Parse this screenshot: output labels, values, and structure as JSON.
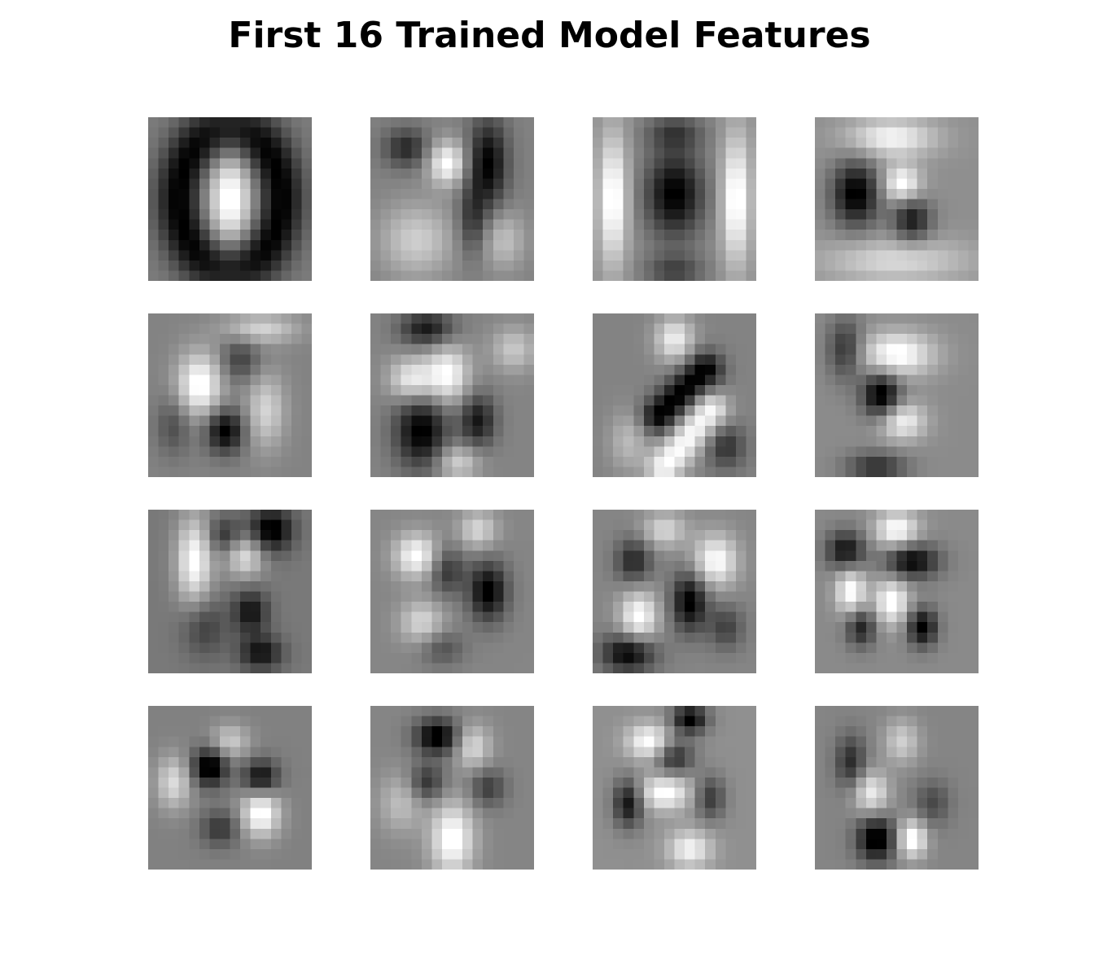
{
  "title": "First 16 Trained Model Features",
  "chart_data": {
    "type": "heatmap",
    "title": "First 16 Trained Model Features",
    "colormap": "gray",
    "axes_visible": false,
    "grid_rows": 4,
    "grid_cols": 4,
    "image_resolution": 16,
    "panels": [
      {
        "index": 1,
        "description_pattern": "zero",
        "features": [
          {
            "type": "ring",
            "cx": 7.5,
            "cy": 7.5,
            "rx": 5.0,
            "ry": 6.5,
            "w": 1.6,
            "a": -0.9
          },
          {
            "type": "blob",
            "cx": 7.5,
            "cy": 7.5,
            "sx": 1.6,
            "sy": 4.0,
            "a": 1.0
          }
        ]
      },
      {
        "index": 2,
        "features": [
          {
            "type": "blob",
            "cx": 11.0,
            "cy": 4.0,
            "sx": 1.3,
            "sy": 3.0,
            "a": -1.0
          },
          {
            "type": "blob",
            "cx": 3.0,
            "cy": 2.5,
            "sx": 1.5,
            "sy": 1.3,
            "a": -0.7
          },
          {
            "type": "blob",
            "cx": 7.0,
            "cy": 4.0,
            "sx": 1.3,
            "sy": 1.5,
            "a": 1.0
          },
          {
            "type": "blob",
            "cx": 4.0,
            "cy": 11.5,
            "sx": 2.5,
            "sy": 2.5,
            "a": 0.6
          },
          {
            "type": "blob",
            "cx": 9.5,
            "cy": 9.5,
            "sx": 1.0,
            "sy": 2.5,
            "a": -0.6
          },
          {
            "type": "blob",
            "cx": 12.5,
            "cy": 11.5,
            "sx": 1.5,
            "sy": 2.0,
            "a": 0.5
          }
        ]
      },
      {
        "index": 3,
        "features": [
          {
            "type": "blob",
            "cx": 7.5,
            "cy": 7.0,
            "sx": 2.0,
            "sy": 3.0,
            "a": -1.0
          },
          {
            "type": "blob",
            "cx": 1.5,
            "cy": 7.5,
            "sx": 1.0,
            "sy": 4.5,
            "a": 0.9
          },
          {
            "type": "blob",
            "cx": 13.5,
            "cy": 7.5,
            "sx": 1.0,
            "sy": 4.5,
            "a": 0.9
          },
          {
            "type": "blob",
            "cx": 7.5,
            "cy": 1.0,
            "sx": 2.0,
            "sy": 1.2,
            "a": -0.5
          },
          {
            "type": "blob",
            "cx": 7.5,
            "cy": 14.5,
            "sx": 2.0,
            "sy": 1.2,
            "a": -0.5
          }
        ]
      },
      {
        "index": 4,
        "features": [
          {
            "type": "blob",
            "cx": 3.5,
            "cy": 7.0,
            "sx": 1.6,
            "sy": 2.2,
            "a": -1.0
          },
          {
            "type": "blob",
            "cx": 9.0,
            "cy": 9.5,
            "sx": 1.3,
            "sy": 1.5,
            "a": -0.8
          },
          {
            "type": "blob",
            "cx": 7.0,
            "cy": 1.5,
            "sx": 3.0,
            "sy": 1.3,
            "a": 0.7
          },
          {
            "type": "blob",
            "cx": 8.0,
            "cy": 6.0,
            "sx": 1.3,
            "sy": 1.3,
            "a": 0.8
          },
          {
            "type": "blob",
            "cx": 7.5,
            "cy": 13.5,
            "sx": 5.0,
            "sy": 1.5,
            "a": 0.5
          }
        ]
      },
      {
        "index": 5,
        "features": [
          {
            "type": "blob",
            "cx": 4.5,
            "cy": 6.5,
            "sx": 1.5,
            "sy": 2.2,
            "a": 1.0
          },
          {
            "type": "blob",
            "cx": 7.0,
            "cy": 11.0,
            "sx": 1.3,
            "sy": 1.5,
            "a": -1.0
          },
          {
            "type": "blob",
            "cx": 11.0,
            "cy": 9.0,
            "sx": 1.3,
            "sy": 2.5,
            "a": 0.6
          },
          {
            "type": "blob",
            "cx": 10.5,
            "cy": 1.0,
            "sx": 2.5,
            "sy": 1.0,
            "a": 0.6
          },
          {
            "type": "blob",
            "cx": 8.5,
            "cy": 4.0,
            "sx": 1.3,
            "sy": 1.5,
            "a": -0.5
          },
          {
            "type": "blob",
            "cx": 2.0,
            "cy": 10.5,
            "sx": 1.2,
            "sy": 2.0,
            "a": -0.4
          }
        ]
      },
      {
        "index": 6,
        "features": [
          {
            "type": "blob",
            "cx": 4.5,
            "cy": 11.0,
            "sx": 1.8,
            "sy": 2.5,
            "a": -1.0
          },
          {
            "type": "blob",
            "cx": 10.0,
            "cy": 10.0,
            "sx": 1.2,
            "sy": 1.8,
            "a": -0.8
          },
          {
            "type": "blob",
            "cx": 5.0,
            "cy": 1.0,
            "sx": 1.8,
            "sy": 1.2,
            "a": -0.8
          },
          {
            "type": "blob",
            "cx": 3.5,
            "cy": 6.0,
            "sx": 1.5,
            "sy": 1.5,
            "a": 0.8
          },
          {
            "type": "blob",
            "cx": 7.0,
            "cy": 5.5,
            "sx": 1.5,
            "sy": 2.0,
            "a": 0.9
          },
          {
            "type": "blob",
            "cx": 13.5,
            "cy": 3.0,
            "sx": 1.5,
            "sy": 1.5,
            "a": 0.5
          },
          {
            "type": "blob",
            "cx": 8.0,
            "cy": 14.0,
            "sx": 1.5,
            "sy": 1.2,
            "a": 0.6
          }
        ]
      },
      {
        "index": 7,
        "features": [
          {
            "type": "line",
            "x0": 6.0,
            "y0": 9.5,
            "x1": 10.5,
            "y1": 5.0,
            "w": 1.2,
            "a": -1.0
          },
          {
            "type": "line",
            "x0": 6.5,
            "y0": 14.5,
            "x1": 11.0,
            "y1": 9.0,
            "w": 1.2,
            "a": 0.9
          },
          {
            "type": "blob",
            "cx": 7.5,
            "cy": 2.0,
            "sx": 1.3,
            "sy": 1.5,
            "a": 0.8
          },
          {
            "type": "blob",
            "cx": 12.5,
            "cy": 12.5,
            "sx": 1.3,
            "sy": 1.5,
            "a": -0.6
          },
          {
            "type": "blob",
            "cx": 3.0,
            "cy": 12.0,
            "sx": 1.3,
            "sy": 2.0,
            "a": 0.4
          }
        ]
      },
      {
        "index": 8,
        "features": [
          {
            "type": "blob",
            "cx": 6.0,
            "cy": 7.5,
            "sx": 1.3,
            "sy": 1.6,
            "a": -1.0
          },
          {
            "type": "blob",
            "cx": 7.5,
            "cy": 3.5,
            "sx": 2.5,
            "sy": 1.5,
            "a": 0.8
          },
          {
            "type": "blob",
            "cx": 8.0,
            "cy": 10.0,
            "sx": 1.6,
            "sy": 1.3,
            "a": 0.7
          },
          {
            "type": "blob",
            "cx": 2.5,
            "cy": 3.0,
            "sx": 1.2,
            "sy": 2.0,
            "a": -0.6
          },
          {
            "type": "blob",
            "cx": 5.5,
            "cy": 14.5,
            "sx": 2.0,
            "sy": 1.0,
            "a": -0.6
          }
        ]
      },
      {
        "index": 9,
        "features": [
          {
            "type": "blob",
            "cx": 11.5,
            "cy": 1.5,
            "sx": 1.5,
            "sy": 1.5,
            "a": -0.9
          },
          {
            "type": "blob",
            "cx": 4.0,
            "cy": 4.5,
            "sx": 1.2,
            "sy": 3.0,
            "a": 0.9
          },
          {
            "type": "blob",
            "cx": 9.0,
            "cy": 4.0,
            "sx": 1.3,
            "sy": 1.5,
            "a": 0.7
          },
          {
            "type": "blob",
            "cx": 9.5,
            "cy": 9.5,
            "sx": 1.2,
            "sy": 1.5,
            "a": -0.7
          },
          {
            "type": "blob",
            "cx": 10.5,
            "cy": 13.5,
            "sx": 1.5,
            "sy": 1.2,
            "a": -0.7
          },
          {
            "type": "blob",
            "cx": 5.0,
            "cy": 11.0,
            "sx": 1.5,
            "sy": 2.0,
            "a": -0.4
          },
          {
            "type": "blob",
            "cx": 7.0,
            "cy": 2.0,
            "sx": 1.2,
            "sy": 1.2,
            "a": -0.5
          }
        ]
      },
      {
        "index": 10,
        "features": [
          {
            "type": "blob",
            "cx": 11.0,
            "cy": 7.5,
            "sx": 1.3,
            "sy": 2.0,
            "a": -1.0
          },
          {
            "type": "blob",
            "cx": 4.0,
            "cy": 4.0,
            "sx": 1.5,
            "sy": 1.5,
            "a": 0.9
          },
          {
            "type": "blob",
            "cx": 7.0,
            "cy": 5.5,
            "sx": 1.2,
            "sy": 1.6,
            "a": -0.6
          },
          {
            "type": "blob",
            "cx": 4.5,
            "cy": 10.5,
            "sx": 1.5,
            "sy": 1.5,
            "a": 0.6
          },
          {
            "type": "blob",
            "cx": 10.0,
            "cy": 1.5,
            "sx": 1.3,
            "sy": 1.3,
            "a": 0.6
          },
          {
            "type": "blob",
            "cx": 6.5,
            "cy": 13.0,
            "sx": 1.5,
            "sy": 1.2,
            "a": -0.4
          }
        ]
      },
      {
        "index": 11,
        "features": [
          {
            "type": "blob",
            "cx": 9.0,
            "cy": 8.5,
            "sx": 1.2,
            "sy": 2.0,
            "a": -1.0
          },
          {
            "type": "blob",
            "cx": 3.0,
            "cy": 13.5,
            "sx": 1.8,
            "sy": 1.3,
            "a": -1.0
          },
          {
            "type": "blob",
            "cx": 4.0,
            "cy": 10.0,
            "sx": 1.3,
            "sy": 1.8,
            "a": 0.9
          },
          {
            "type": "blob",
            "cx": 11.5,
            "cy": 4.5,
            "sx": 1.5,
            "sy": 1.8,
            "a": 0.9
          },
          {
            "type": "blob",
            "cx": 3.5,
            "cy": 4.5,
            "sx": 1.2,
            "sy": 1.5,
            "a": -0.7
          },
          {
            "type": "blob",
            "cx": 6.5,
            "cy": 1.5,
            "sx": 1.5,
            "sy": 1.2,
            "a": 0.6
          },
          {
            "type": "blob",
            "cx": 12.5,
            "cy": 11.0,
            "sx": 1.2,
            "sy": 1.5,
            "a": -0.5
          }
        ]
      },
      {
        "index": 12,
        "features": [
          {
            "type": "blob",
            "cx": 9.0,
            "cy": 4.5,
            "sx": 1.8,
            "sy": 1.2,
            "a": -0.9
          },
          {
            "type": "blob",
            "cx": 2.5,
            "cy": 3.5,
            "sx": 1.3,
            "sy": 1.3,
            "a": -0.8
          },
          {
            "type": "blob",
            "cx": 10.0,
            "cy": 11.0,
            "sx": 1.0,
            "sy": 1.3,
            "a": -0.9
          },
          {
            "type": "blob",
            "cx": 4.0,
            "cy": 11.0,
            "sx": 1.0,
            "sy": 1.3,
            "a": -0.7
          },
          {
            "type": "blob",
            "cx": 3.0,
            "cy": 7.5,
            "sx": 1.0,
            "sy": 1.6,
            "a": 0.8
          },
          {
            "type": "blob",
            "cx": 7.0,
            "cy": 8.5,
            "sx": 1.2,
            "sy": 1.6,
            "a": 0.8
          },
          {
            "type": "blob",
            "cx": 7.5,
            "cy": 1.5,
            "sx": 1.5,
            "sy": 1.3,
            "a": 0.8
          }
        ]
      },
      {
        "index": 13,
        "features": [
          {
            "type": "blob",
            "cx": 5.5,
            "cy": 5.5,
            "sx": 1.2,
            "sy": 1.3,
            "a": -1.0
          },
          {
            "type": "blob",
            "cx": 10.5,
            "cy": 6.5,
            "sx": 1.2,
            "sy": 1.2,
            "a": -0.8
          },
          {
            "type": "blob",
            "cx": 10.5,
            "cy": 10.0,
            "sx": 1.3,
            "sy": 1.6,
            "a": 0.9
          },
          {
            "type": "blob",
            "cx": 2.0,
            "cy": 7.0,
            "sx": 1.2,
            "sy": 1.8,
            "a": 0.6
          },
          {
            "type": "blob",
            "cx": 7.5,
            "cy": 3.0,
            "sx": 1.3,
            "sy": 1.2,
            "a": 0.5
          },
          {
            "type": "blob",
            "cx": 6.5,
            "cy": 11.5,
            "sx": 1.3,
            "sy": 1.2,
            "a": -0.5
          }
        ]
      },
      {
        "index": 14,
        "features": [
          {
            "type": "blob",
            "cx": 6.0,
            "cy": 2.5,
            "sx": 1.5,
            "sy": 1.2,
            "a": -1.0
          },
          {
            "type": "blob",
            "cx": 7.5,
            "cy": 12.5,
            "sx": 1.5,
            "sy": 2.5,
            "a": 0.9
          },
          {
            "type": "blob",
            "cx": 9.5,
            "cy": 3.5,
            "sx": 1.2,
            "sy": 1.5,
            "a": 0.6
          },
          {
            "type": "blob",
            "cx": 5.0,
            "cy": 7.0,
            "sx": 1.2,
            "sy": 1.3,
            "a": -0.6
          },
          {
            "type": "blob",
            "cx": 11.0,
            "cy": 7.5,
            "sx": 1.2,
            "sy": 1.3,
            "a": -0.5
          },
          {
            "type": "blob",
            "cx": 2.5,
            "cy": 9.0,
            "sx": 1.5,
            "sy": 2.0,
            "a": 0.4
          }
        ]
      },
      {
        "index": 15,
        "features": [
          {
            "type": "blob",
            "cx": 3.0,
            "cy": 9.0,
            "sx": 1.0,
            "sy": 1.6,
            "a": -0.9
          },
          {
            "type": "blob",
            "cx": 9.0,
            "cy": 0.8,
            "sx": 1.2,
            "sy": 1.0,
            "a": -1.0
          },
          {
            "type": "blob",
            "cx": 7.5,
            "cy": 4.5,
            "sx": 1.3,
            "sy": 1.2,
            "a": -0.7
          },
          {
            "type": "blob",
            "cx": 5.0,
            "cy": 3.0,
            "sx": 1.5,
            "sy": 1.2,
            "a": 0.8
          },
          {
            "type": "blob",
            "cx": 6.5,
            "cy": 8.0,
            "sx": 1.8,
            "sy": 1.2,
            "a": 0.8
          },
          {
            "type": "blob",
            "cx": 9.0,
            "cy": 13.5,
            "sx": 1.5,
            "sy": 1.3,
            "a": 0.7
          },
          {
            "type": "blob",
            "cx": 11.0,
            "cy": 8.5,
            "sx": 1.0,
            "sy": 1.5,
            "a": -0.6
          }
        ]
      },
      {
        "index": 16,
        "features": [
          {
            "type": "blob",
            "cx": 5.5,
            "cy": 12.5,
            "sx": 1.3,
            "sy": 1.5,
            "a": -1.0
          },
          {
            "type": "blob",
            "cx": 9.0,
            "cy": 12.5,
            "sx": 1.0,
            "sy": 1.3,
            "a": 0.9
          },
          {
            "type": "blob",
            "cx": 3.0,
            "cy": 5.0,
            "sx": 1.0,
            "sy": 1.8,
            "a": -0.6
          },
          {
            "type": "blob",
            "cx": 5.0,
            "cy": 8.0,
            "sx": 1.2,
            "sy": 1.5,
            "a": 0.7
          },
          {
            "type": "blob",
            "cx": 11.0,
            "cy": 9.0,
            "sx": 1.2,
            "sy": 1.5,
            "a": -0.4
          },
          {
            "type": "blob",
            "cx": 8.0,
            "cy": 3.0,
            "sx": 1.2,
            "sy": 1.5,
            "a": 0.5
          }
        ]
      }
    ]
  }
}
